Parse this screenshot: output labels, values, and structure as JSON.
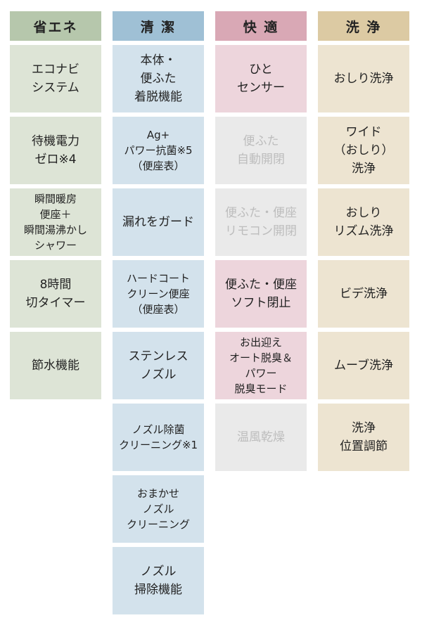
{
  "columns": [
    {
      "header": "省エネ",
      "items": [
        {
          "text": "エコナビ\nシステム"
        },
        {
          "text": "待機電力\nゼロ※4"
        },
        {
          "text": "瞬間暖房\n便座＋\n瞬間湯沸かし\nシャワー"
        },
        {
          "text": "8時間\n切タイマー"
        },
        {
          "text": "節水機能"
        }
      ]
    },
    {
      "header": "清 潔",
      "items": [
        {
          "text": "本体・\n便ふた\n着脱機能"
        },
        {
          "text": "Ag+\nパワー抗菌※5\n（便座表）"
        },
        {
          "text": "漏れをガード"
        },
        {
          "text": "ハードコート\nクリーン便座\n（便座表）"
        },
        {
          "text": "ステンレス\nノズル"
        },
        {
          "text": "ノズル除菌\nクリーニング※1"
        },
        {
          "text": "おまかせ\nノズル\nクリーニング"
        },
        {
          "text": "ノズル\n掃除機能"
        }
      ]
    },
    {
      "header": "快 適",
      "items": [
        {
          "text": "ひと\nセンサー",
          "enabled": true
        },
        {
          "text": "便ふた\n自動開閉",
          "enabled": false
        },
        {
          "text": "便ふた・便座\nリモコン開閉",
          "enabled": false
        },
        {
          "text": "便ふた・便座\nソフト閉止",
          "enabled": true
        },
        {
          "text": "お出迎え\nオート脱臭＆\nパワー\n脱臭モード",
          "enabled": true
        },
        {
          "text": "温風乾燥",
          "enabled": false
        }
      ]
    },
    {
      "header": "洗 浄",
      "items": [
        {
          "text": "おしり洗浄"
        },
        {
          "text": "ワイド\n（おしり）\n洗浄"
        },
        {
          "text": "おしり\nリズム洗浄"
        },
        {
          "text": "ビデ洗浄"
        },
        {
          "text": "ムーブ洗浄"
        },
        {
          "text": "洗浄\n位置調節"
        }
      ]
    }
  ],
  "colors": {
    "eco_header": "#b6c7ac",
    "eco_cell": "#dde4d6",
    "clean_header": "#9fc0d5",
    "clean_cell": "#d3e2ec",
    "comfort_header": "#d9a8b5",
    "comfort_cell": "#edd5dc",
    "comfort_disabled": "#eaeaea",
    "wash_header": "#dccaa3",
    "wash_cell": "#ede4d1"
  }
}
